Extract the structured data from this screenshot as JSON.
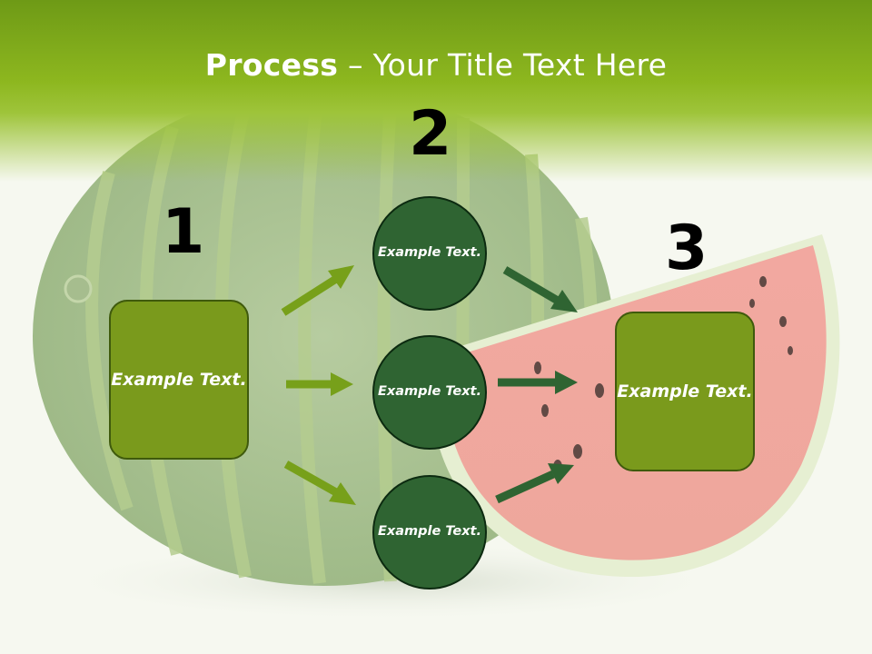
{
  "title": {
    "bold": "Process",
    "rest": " – Your Title Text Here"
  },
  "steps": {
    "num1": "1",
    "num2": "2",
    "num3": "3"
  },
  "boxes": {
    "left": "Example Text.",
    "right": "Example Text."
  },
  "circles": [
    "Example Text.",
    "Example Text.",
    "Example Text."
  ],
  "colors": {
    "header_green": "#8db71f",
    "box_green": "#7a9a1c",
    "circle_green": "#2f6432",
    "arrow_light": "#77a01a",
    "arrow_dark": "#2f6432"
  }
}
